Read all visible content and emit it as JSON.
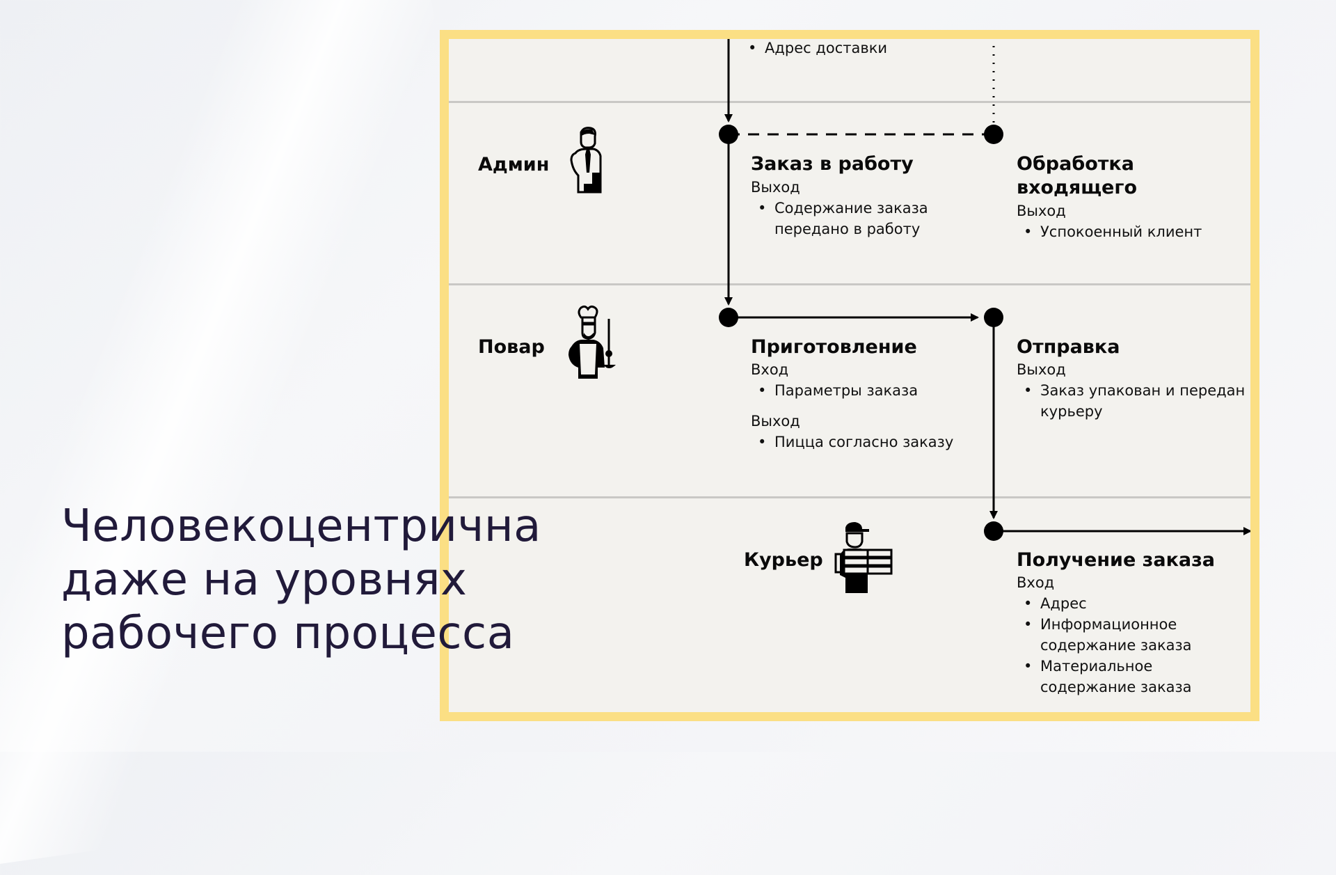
{
  "headline": {
    "line1": "Человекоцентрична",
    "line2": "даже на уровнях",
    "line3": "рабочего процесса"
  },
  "lanes": {
    "admin": {
      "label": "Админ",
      "icon": "office-worker-icon"
    },
    "cook": {
      "label": "Повар",
      "icon": "chef-icon"
    },
    "courier": {
      "label": "Курьер",
      "icon": "courier-with-pizza-boxes-icon"
    }
  },
  "top": {
    "items": [
      "Адрес доставки"
    ]
  },
  "nodes": {
    "order_to_work": {
      "title": "Заказ в работу",
      "output_label": "Выход",
      "outputs": [
        "Содержание заказа передано в работу"
      ]
    },
    "incoming": {
      "title_line1": "Обработка",
      "title_line2": "входящего",
      "output_label": "Выход",
      "outputs": [
        "Успокоенный клиент"
      ]
    },
    "cooking": {
      "title": "Приготовление",
      "input_label": "Вход",
      "inputs": [
        "Параметры заказа"
      ],
      "output_label": "Выход",
      "outputs": [
        "Пицца согласно заказу"
      ]
    },
    "dispatch": {
      "title": "Отправка",
      "output_label": "Выход",
      "outputs": [
        "Заказ упакован и передан курьеру"
      ]
    },
    "receive": {
      "title": "Получение заказа",
      "input_label": "Вход",
      "inputs": [
        "Адрес",
        "Информационное содержание заказа",
        "Материальное содержание заказа"
      ]
    }
  },
  "colors": {
    "frame_border": "#fbdf84",
    "panel_bg": "#f3f2ee",
    "headline_text": "#211a3a",
    "connector": "#000000"
  }
}
